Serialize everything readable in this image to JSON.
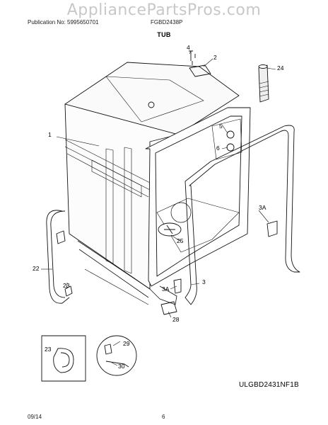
{
  "watermark": "AppliancePartsPros.com",
  "header": {
    "publication": "Publication No: 5995650701",
    "model": "FGBD2438P"
  },
  "section_title": "TUB",
  "diagram_code": "ULGBD2431NF1B",
  "footer": {
    "date": "09/14",
    "page": "6"
  },
  "callouts": [
    "1",
    "2",
    "3",
    "3A",
    "3A",
    "4",
    "5",
    "6",
    "22",
    "23",
    "23",
    "24",
    "25",
    "28",
    "29",
    "30"
  ]
}
